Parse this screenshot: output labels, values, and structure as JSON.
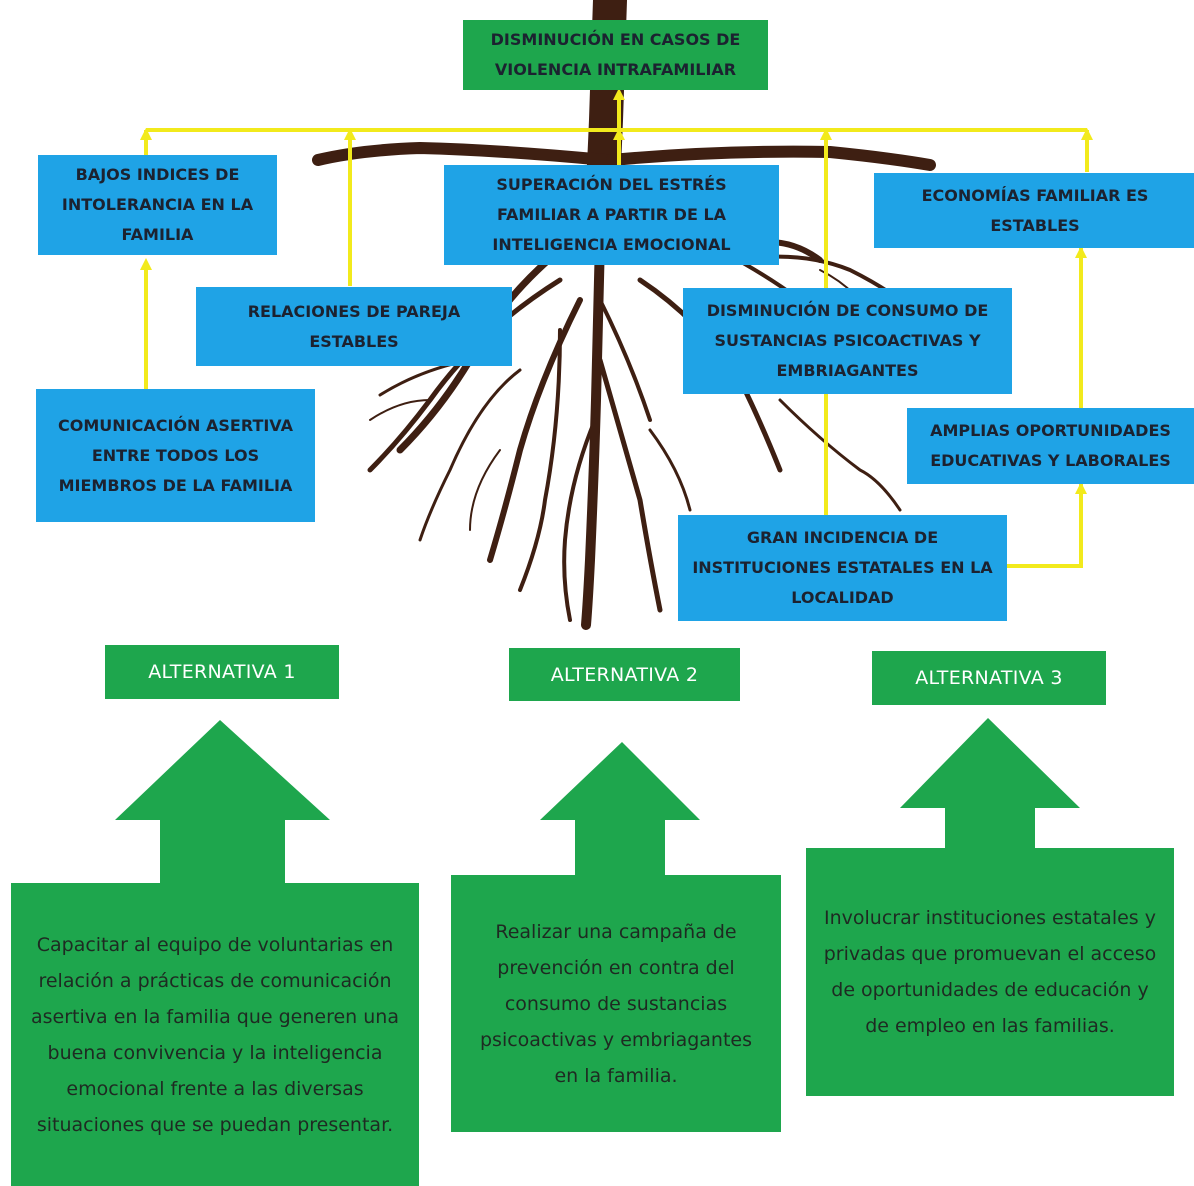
{
  "top": {
    "effect": "DISMINUCIÓN EN CASOS DE VIOLENCIA INTRAFAMILIAR"
  },
  "causes": {
    "bajos_indices": "BAJOS INDICES DE INTOLERANCIA EN LA FAMILIA",
    "superacion_estres": "SUPERACIÓN DEL ESTRÉS FAMILIAR A PARTIR DE LA INTELIGENCIA EMOCIONAL",
    "economias": "ECONOMÍAS FAMILIAR ES ESTABLES",
    "relaciones_pareja": "RELACIONES DE PAREJA ESTABLES",
    "disminucion_consumo": "DISMINUCIÓN DE CONSUMO DE SUSTANCIAS PSICOACTIVAS Y EMBRIAGANTES",
    "comunicacion": "COMUNICACIÓN ASERTIVA ENTRE TODOS LOS MIEMBROS DE LA FAMILIA",
    "amplias_oportunidades": "AMPLIAS OPORTUNIDADES EDUCATIVAS Y LABORALES",
    "gran_incidencia": "GRAN INCIDENCIA DE INSTITUCIONES ESTATALES EN LA LOCALIDAD"
  },
  "alternatives": [
    {
      "label": "ALTERNATIVA 1",
      "text": "Capacitar al equipo de voluntarias en relación a prácticas de comunicación asertiva en la familia que generen una buena convivencia y la inteligencia emocional frente a las diversas situaciones que se puedan presentar."
    },
    {
      "label": "ALTERNATIVA 2",
      "text": "Realizar una campaña de prevención en contra del consumo de sustancias psicoactivas y embriagantes en la familia."
    },
    {
      "label": "ALTERNATIVA 3",
      "text": "Involucrar instituciones estatales y privadas que promuevan el acceso de oportunidades de educación y de empleo en las familias."
    }
  ],
  "colors": {
    "blue_box": "#1fa3e6",
    "green_box": "#1ea64d",
    "connector": "#f2ea1c",
    "roots": "#3e1f12"
  }
}
